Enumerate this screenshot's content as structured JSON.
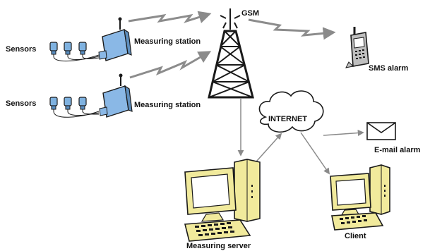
{
  "labels": {
    "sensors_top": "Sensors",
    "sensors_bottom": "Sensors",
    "station_top": "Measuring station",
    "station_bottom": "Measuring station",
    "gsm": "GSM",
    "sms_alarm": "SMS alarm",
    "internet": "INTERNET",
    "email_alarm": "E-mail alarm",
    "measuring_server": "Measuring server",
    "client": "Client"
  },
  "colors": {
    "sensor_blue": "#7fb2e0",
    "station_blue": "#8ab8e6",
    "computer_yellow": "#f1ea9c",
    "screen_white": "#ffffff",
    "line_dark": "#1a1a1a",
    "arrow_gray": "#9a9a9a",
    "signal_gray": "#8c8c8c"
  },
  "icons": {
    "sensor": "sensor-probe-icon",
    "station": "data-logger-icon",
    "tower": "gsm-tower-icon",
    "phone": "mobile-phone-icon",
    "cloud": "internet-cloud-icon",
    "envelope": "envelope-icon",
    "computer": "desktop-computer-icon"
  }
}
